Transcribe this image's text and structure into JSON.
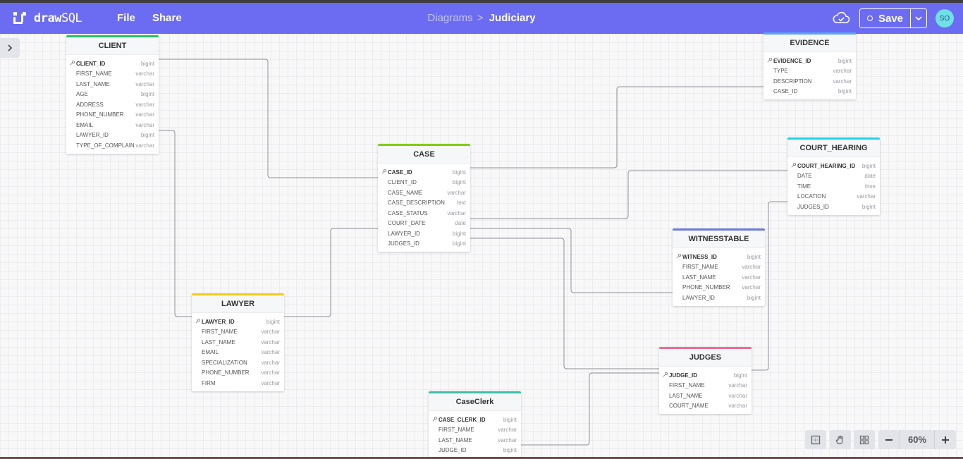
{
  "app": {
    "logo": {
      "bold": "draw",
      "regular": "SQL"
    },
    "menu": {
      "file": "File",
      "share": "Share"
    },
    "breadcrumb": {
      "parent": "Diagrams",
      "separator": ">",
      "current": "Judiciary"
    },
    "save_label": "Save",
    "user_initials": "SO",
    "zoom_level": "60%",
    "accent_color": "#6c6cf3"
  },
  "tables": [
    {
      "id": "client",
      "name": "CLIENT",
      "color": "#27c06b",
      "columns": [
        {
          "name": "CLIENT_ID",
          "type": "bigint",
          "pk": true
        },
        {
          "name": "FIRST_NAME",
          "type": "varchar"
        },
        {
          "name": "LAST_NAME",
          "type": "varchar"
        },
        {
          "name": "AGE",
          "type": "bigint"
        },
        {
          "name": "ADDRESS",
          "type": "varchar"
        },
        {
          "name": "PHONE_NUMBER",
          "type": "varchar"
        },
        {
          "name": "EMAIL",
          "type": "varchar"
        },
        {
          "name": "LAWYER_ID",
          "type": "bigint"
        },
        {
          "name": "TYPE_OF_COMPLAIN",
          "type": "varchar"
        }
      ]
    },
    {
      "id": "case",
      "name": "CASE",
      "color": "#84cc16",
      "columns": [
        {
          "name": "CASE_ID",
          "type": "bigint",
          "pk": true
        },
        {
          "name": "CLIENT_ID",
          "type": "bigint"
        },
        {
          "name": "CASE_NAME",
          "type": "varchar"
        },
        {
          "name": "CASE_DESCRIPTION",
          "type": "text"
        },
        {
          "name": "CASE_STATUS",
          "type": "varchar"
        },
        {
          "name": "COURT_DATE",
          "type": "date"
        },
        {
          "name": "LAWYER_ID",
          "type": "bigint"
        },
        {
          "name": "JUDGES_ID",
          "type": "bigint"
        }
      ]
    },
    {
      "id": "evidence",
      "name": "EVIDENCE",
      "color": "#60a5fa",
      "columns": [
        {
          "name": "EVIDENCE_ID",
          "type": "bigint",
          "pk": true
        },
        {
          "name": "TYPE",
          "type": "varchar"
        },
        {
          "name": "DESCRIPTION",
          "type": "varchar"
        },
        {
          "name": "CASE_ID",
          "type": "bigint"
        }
      ]
    },
    {
      "id": "court_hearing",
      "name": "COURT_HEARING",
      "color": "#22d3ee",
      "columns": [
        {
          "name": "COURT_HEARING_ID",
          "type": "bigint",
          "pk": true
        },
        {
          "name": "DATE",
          "type": "date"
        },
        {
          "name": "TIME",
          "type": "time"
        },
        {
          "name": "LOCATION",
          "type": "varchar"
        },
        {
          "name": "JUDGES_ID",
          "type": "bigint"
        }
      ]
    },
    {
      "id": "witnesstable",
      "name": "WITNESSTABLE",
      "color": "#6b7bd6",
      "columns": [
        {
          "name": "WITNESS_ID",
          "type": "bigint",
          "pk": true
        },
        {
          "name": "FIRST_NAME",
          "type": "varchar"
        },
        {
          "name": "LAST_NAME",
          "type": "varchar"
        },
        {
          "name": "PHONE_NUMBER",
          "type": "varchar"
        },
        {
          "name": "LAWYER_ID",
          "type": "bigint"
        }
      ]
    },
    {
      "id": "lawyer",
      "name": "LAWYER",
      "color": "#facc15",
      "columns": [
        {
          "name": "LAWYER_ID",
          "type": "bigint",
          "pk": true
        },
        {
          "name": "FIRST_NAME",
          "type": "varchar"
        },
        {
          "name": "LAST_NAME",
          "type": "varchar"
        },
        {
          "name": "EMAIL",
          "type": "varchar"
        },
        {
          "name": "SPECIALIZATION",
          "type": "varchar"
        },
        {
          "name": "PHONE_NUMBER",
          "type": "varchar"
        },
        {
          "name": "FIRM",
          "type": "varchar"
        }
      ]
    },
    {
      "id": "judges",
      "name": "JUDGES",
      "color": "#f06c94",
      "columns": [
        {
          "name": "JUDGE_ID",
          "type": "bigint",
          "pk": true
        },
        {
          "name": "FIRST_NAME",
          "type": "varchar"
        },
        {
          "name": "LAST_NAME",
          "type": "varchar"
        },
        {
          "name": "COURT_NAME",
          "type": "varchar"
        }
      ]
    },
    {
      "id": "caseclerk",
      "name": "CaseClerk",
      "color": "#3cbfa8",
      "columns": [
        {
          "name": "CASE_CLERK_ID",
          "type": "bigint",
          "pk": true
        },
        {
          "name": "FIRST_NAME",
          "type": "varchar"
        },
        {
          "name": "LAST_NAME",
          "type": "varchar"
        },
        {
          "name": "JUDGE_ID",
          "type": "bigint"
        }
      ]
    }
  ]
}
